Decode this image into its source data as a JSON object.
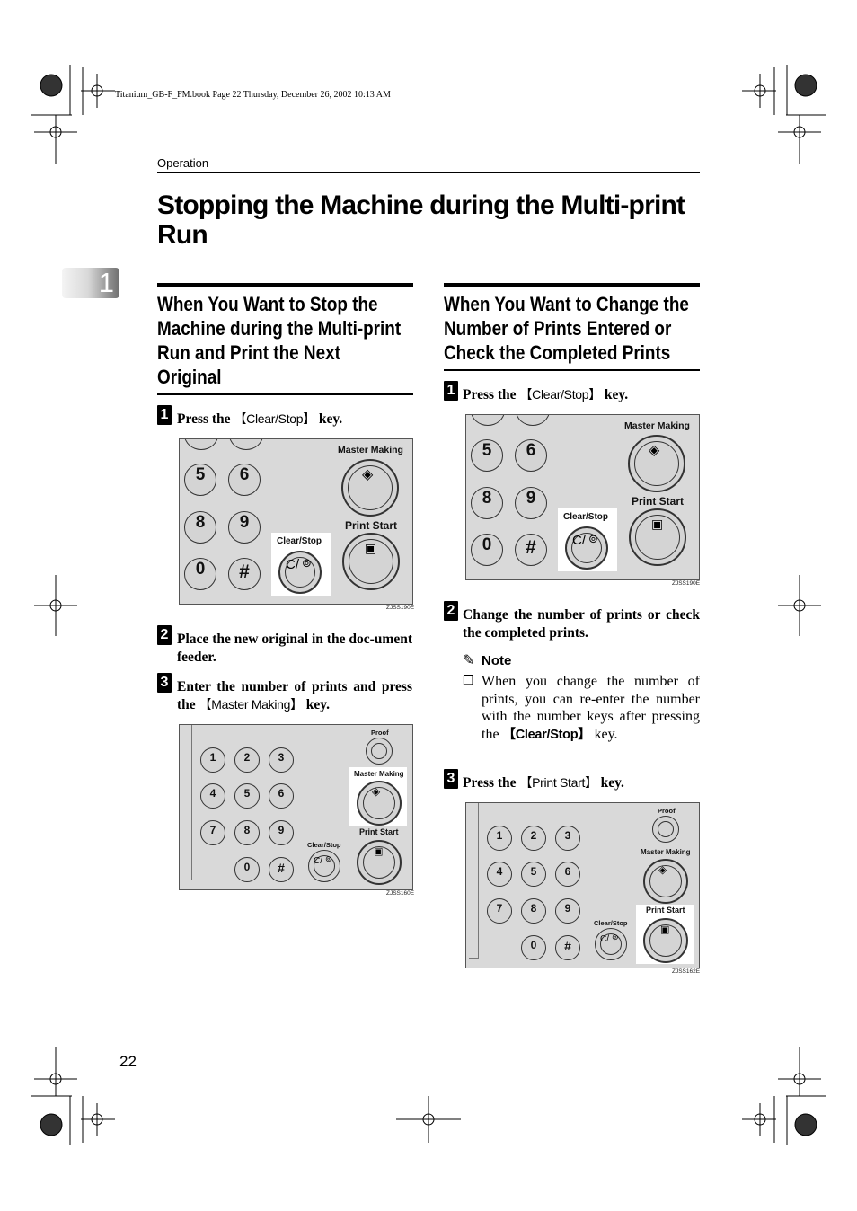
{
  "book_line": "Titanium_GB-F_FM.book  Page 22  Thursday, December 26, 2002  10:13 AM",
  "header": "Operation",
  "title": "Stopping the Machine during the Multi-print Run",
  "chapter_tab": "1",
  "left_section": {
    "title_lines": [
      "When You Want to Stop the",
      "Machine during the Multi-print",
      "Run and Print the Next",
      "Original"
    ],
    "step1": {
      "num": "1",
      "pre": "Press the ",
      "key": "【Clear/Stop】",
      "post": " key."
    },
    "figure1_code": "ZJSS190E",
    "step2": {
      "num": "2",
      "text": "Place the new original in the doc-ument feeder."
    },
    "step3": {
      "num": "3",
      "pre": "Enter the number of prints and press the ",
      "key": "【Master Making】",
      "post": " key."
    },
    "figure2_code": "ZJSS160E"
  },
  "right_section": {
    "title_lines": [
      "When You Want to Change the",
      "Number of Prints Entered or",
      "Check the Completed Prints"
    ],
    "step1": {
      "num": "1",
      "pre": "Press the ",
      "key": "【Clear/Stop】",
      "post": " key."
    },
    "figure1_code": "ZJSS190E",
    "step2": {
      "num": "2",
      "text": "Change the number of prints or check the completed prints."
    },
    "note_title": "Note",
    "note_text_pre": "When you change the number of prints, you can re-enter the number with the number keys after pressing the ",
    "note_key": "【Clear/Stop】",
    "note_text_post": " key.",
    "step3": {
      "num": "3",
      "pre": "Press the ",
      "key": "【Print Start】",
      "post": " key."
    },
    "figure2_code": "ZJSS162E"
  },
  "panel_labels": {
    "master_making": "Master Making",
    "print_start": "Print Start",
    "clear_stop": "Clear/Stop",
    "proof": "Proof",
    "clear_glyph": "C/",
    "keys_large": [
      "5",
      "6",
      "8",
      "9",
      "0",
      "#"
    ],
    "keys_small": [
      "1",
      "2",
      "3",
      "4",
      "5",
      "6",
      "7",
      "8",
      "9",
      "0",
      "#"
    ]
  },
  "page_number": "22"
}
